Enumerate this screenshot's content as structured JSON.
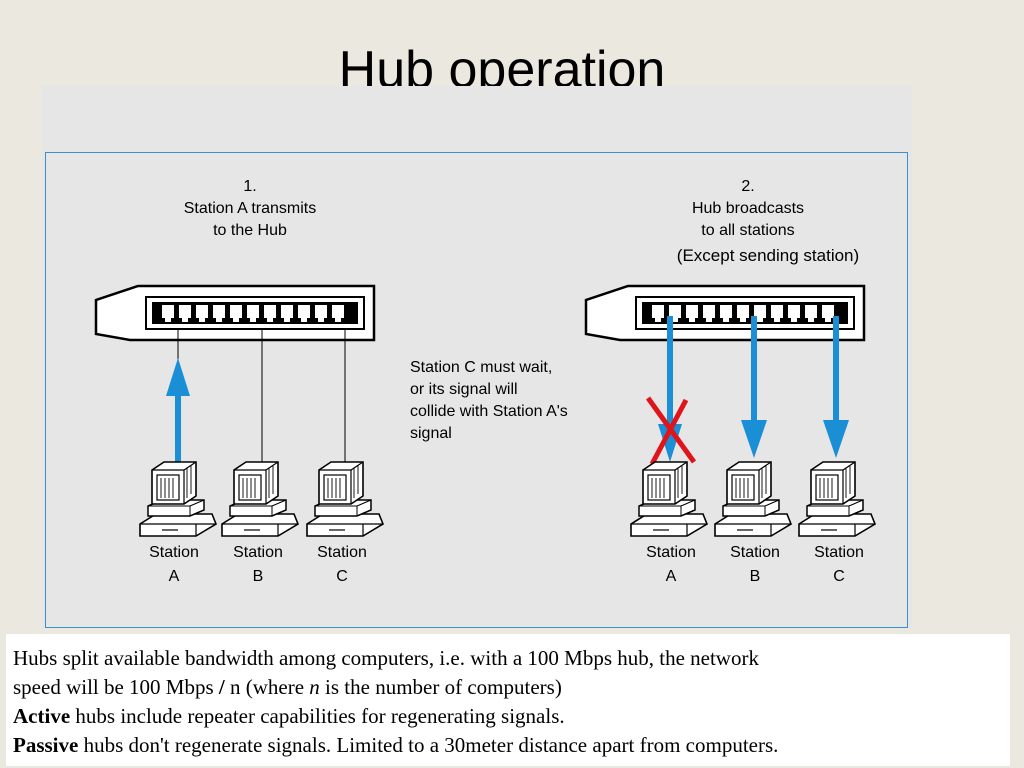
{
  "title": "Hub operation",
  "step1": {
    "number": "1.",
    "line1": "Station A transmits",
    "line2": "to the Hub"
  },
  "step2": {
    "number": "2.",
    "line1": "Hub broadcasts",
    "line2": "to all stations",
    "line3": "(Except sending station)"
  },
  "note": {
    "line1": "Station C must wait,",
    "line2": "or its signal will",
    "line3": "collide with Station A's",
    "line4": "signal"
  },
  "stations": {
    "left": [
      {
        "word": "Station",
        "letter": "A"
      },
      {
        "word": "Station",
        "letter": "B"
      },
      {
        "word": "Station",
        "letter": "C"
      }
    ],
    "right": [
      {
        "word": "Station",
        "letter": "A"
      },
      {
        "word": "Station",
        "letter": "B"
      },
      {
        "word": "Station",
        "letter": "C"
      }
    ]
  },
  "body": {
    "line1": "Hubs split available bandwidth among computers, i.e. with a 100 Mbps hub, the network",
    "line2_before": "speed will be 100 Mbps ",
    "line2_slash": "/",
    "line2_middle": " n (where ",
    "line2_n": "n",
    "line2_after": " is the number of computers)",
    "active_bold": "Active",
    "active_rest": " hubs include repeater capabilities for regenerating signals.",
    "passive_bold": "Passive",
    "passive_rest": " hubs don't regenerate signals. Limited to a 30meter distance apart from computers."
  },
  "colors": {
    "signal_arrow": "#1a8fd6",
    "blocked_cross": "#e0141b",
    "panel_border": "#3a8fd0"
  },
  "icons": {
    "hub": "network-hub-icon",
    "station": "computer-workstation-icon",
    "arrow": "signal-arrow-icon",
    "cross": "blocked-x-icon"
  }
}
